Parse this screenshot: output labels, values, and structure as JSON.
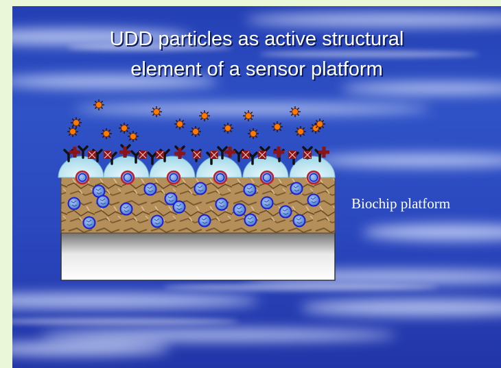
{
  "slide": {
    "title_line1": "UDD particles as active structural",
    "title_line2": "element of a sensor  platform",
    "label": "Biochip platform"
  },
  "colors": {
    "sky_dark": "#2235a8",
    "sky_light": "#dfe8ff",
    "substrate_top": "#7a7a7a",
    "soil": "#b58f5a",
    "particle_fill": "#5f8fd8",
    "particle_ring": "#1b1fd6",
    "dome": "#bfe6f2",
    "antibody": "#111111",
    "antigen": "#8a1418",
    "target_molecule": "#ff7a00"
  }
}
